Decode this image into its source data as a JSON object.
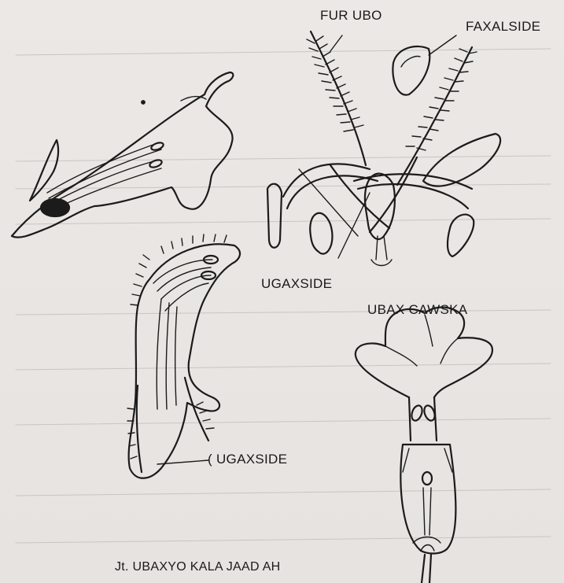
{
  "labels": {
    "feathery_stigma": "FUR UBO",
    "anther": "FAXALSIDE",
    "filament_top": "UGAXSIDE",
    "corolla_tube": "UBAX CAWSKA",
    "filament_bottom": "( UGAXSIDE"
  },
  "caption": "Jt. UBAXYO KALA JAAD AH"
}
